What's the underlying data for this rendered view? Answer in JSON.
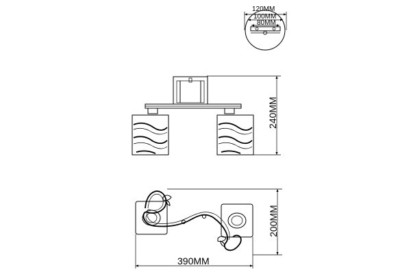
{
  "dimensions": {
    "canopy_outer": "120MM",
    "canopy_mid": "100MM",
    "canopy_inner": "80MM",
    "height": "240MM",
    "depth": "200MM",
    "width": "390MM"
  },
  "colors": {
    "line": "#000000",
    "background": "#ffffff"
  }
}
